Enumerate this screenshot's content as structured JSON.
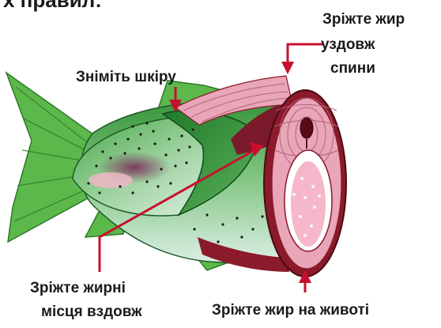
{
  "header": {
    "title_fragment": "х правил:"
  },
  "labels": {
    "trim_back_line1": "Зріжте жир",
    "trim_back_line2": "уздовж",
    "trim_back_line3": "спини",
    "remove_skin": "Зніміть шкіру",
    "trim_side_line1": "Зріжте жирні",
    "trim_side_line2": "місця вздовж",
    "trim_belly": "Зріжте жир на животі"
  },
  "colors": {
    "arrow": "#c8102e",
    "fin": "#5cb84a",
    "body_green": "#3a9b3a",
    "body_light": "#bfe3d2",
    "flesh_pink": "#e8a6b8",
    "skin_dark": "#8b1a2a",
    "bone_pink": "#f5b7c9"
  }
}
